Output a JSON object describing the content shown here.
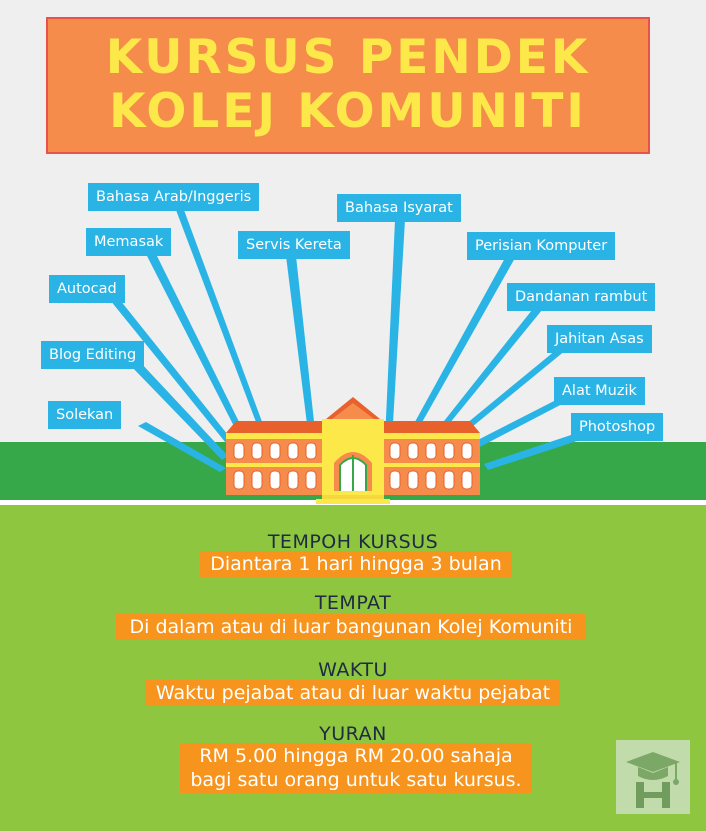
{
  "title": {
    "line1": "KURSUS PENDEK",
    "line2": "KOLEJ KOMUNITI"
  },
  "courses": [
    "Bahasa Arab/Inggeris",
    "Memasak",
    "Autocad",
    "Blog Editing",
    "Solekan",
    "Servis Kereta",
    "Bahasa Isyarat",
    "Perisian Komputer",
    "Dandanan rambut",
    "Jahitan Asas",
    "Alat Muzik",
    "Photoshop"
  ],
  "info": [
    {
      "heading": "TEMPOH KURSUS",
      "value": "Diantara 1 hari hingga 3 bulan"
    },
    {
      "heading": "TEMPAT",
      "value": "Di dalam atau di luar bangunan Kolej Komuniti"
    },
    {
      "heading": "WAKTU",
      "value": "Waktu pejabat atau di luar waktu pejabat"
    },
    {
      "heading": "YURAN",
      "value_line1": "RM 5.00 hingga RM 20.00 sahaja",
      "value_line2": "bagi satu orang untuk satu kursus."
    }
  ],
  "colors": {
    "title_bg": "#f58c4c",
    "title_text": "#fde84a",
    "tag_bg": "#2ab4e6",
    "grass_dark": "#36a84a",
    "grass_light": "#8ec63f",
    "pill_bg": "#f7941d",
    "heading_text": "#1f2a44"
  },
  "icons": {
    "building": "college-building-icon",
    "logo": "graduation-cap-logo-icon"
  }
}
